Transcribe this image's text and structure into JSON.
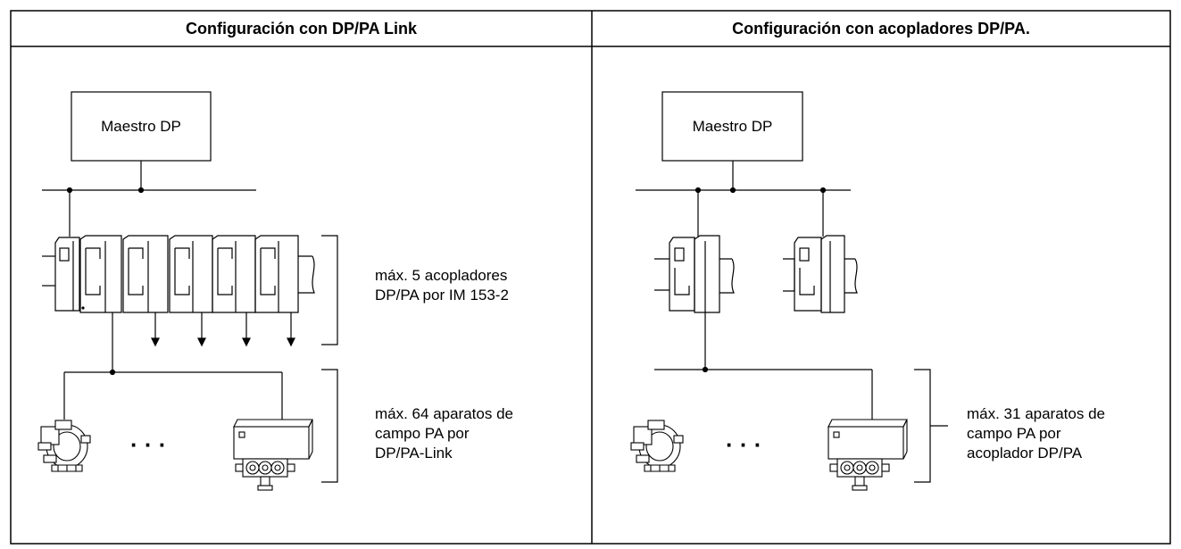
{
  "left": {
    "title": "Configuración con DP/PA Link",
    "master": "Maestro DP",
    "couplers_note": [
      "máx. 5 acopladores",
      "DP/PA por IM 153-2"
    ],
    "devices_note": [
      "máx. 64 aparatos de",
      "campo PA por",
      "DP/PA-Link"
    ]
  },
  "right": {
    "title": "Configuración con acopladores DP/PA.",
    "master": "Maestro DP",
    "devices_note": [
      "máx. 31 aparatos de",
      "campo PA por",
      "acoplador DP/PA"
    ]
  },
  "ellipsis": "·   ·   ·"
}
